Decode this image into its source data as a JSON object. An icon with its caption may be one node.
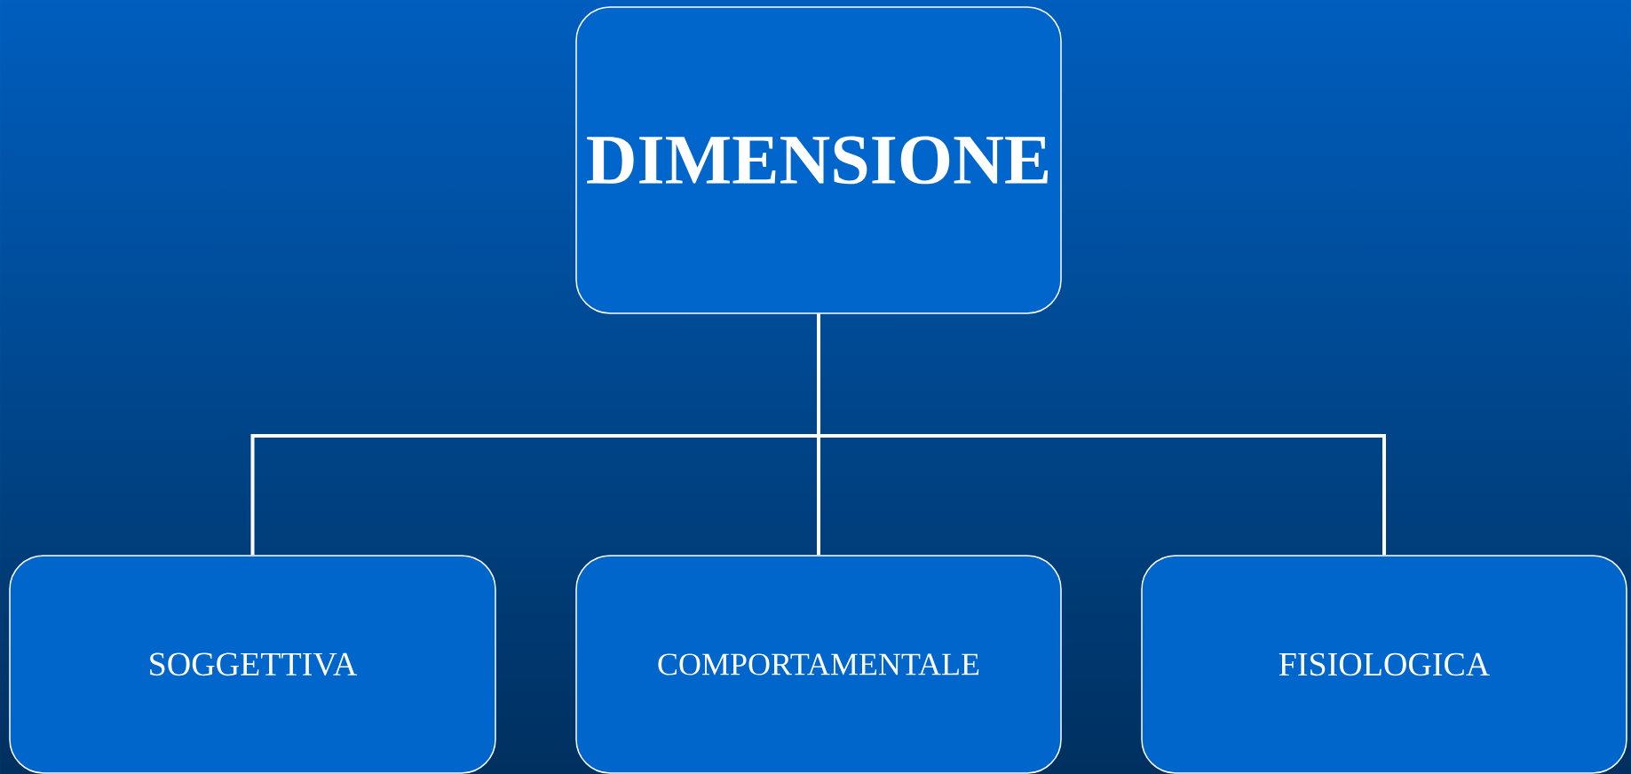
{
  "diagram": {
    "nodes": [
      {
        "text": [
          "DIMENSIONE"
        ]
      },
      {
        "text": [
          "SOGGETTIVA"
        ]
      },
      {
        "text": [
          "COMPORTAMENTALE"
        ]
      },
      {
        "text": [
          "FISIOLOGICA"
        ]
      }
    ],
    "edges": [
      {
        "from": 0,
        "to": 1,
        "arrow": "none"
      },
      {
        "from": 0,
        "to": 2,
        "arrow": "none"
      },
      {
        "from": 0,
        "to": 3,
        "arrow": "none"
      }
    ]
  }
}
